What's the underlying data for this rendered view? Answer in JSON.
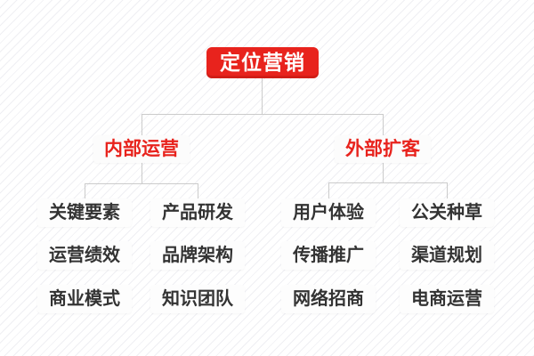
{
  "diagram_title": "定位营销",
  "colors": {
    "accent_red": "#e8231d",
    "leaf_text": "#333333",
    "connector_line": "#cbcbcb",
    "node_background": "#fdfdfd"
  },
  "root": {
    "label": "定位营销"
  },
  "branches": [
    {
      "label": "内部运营",
      "columns": [
        {
          "items": [
            "关键要素",
            "运营绩效",
            "商业模式"
          ]
        },
        {
          "items": [
            "产品研发",
            "品牌架构",
            "知识团队"
          ]
        }
      ]
    },
    {
      "label": "外部扩客",
      "columns": [
        {
          "items": [
            "用户体验",
            "传播推广",
            "网络招商"
          ]
        },
        {
          "items": [
            "公关种草",
            "渠道规划",
            "电商运营"
          ]
        }
      ]
    }
  ]
}
